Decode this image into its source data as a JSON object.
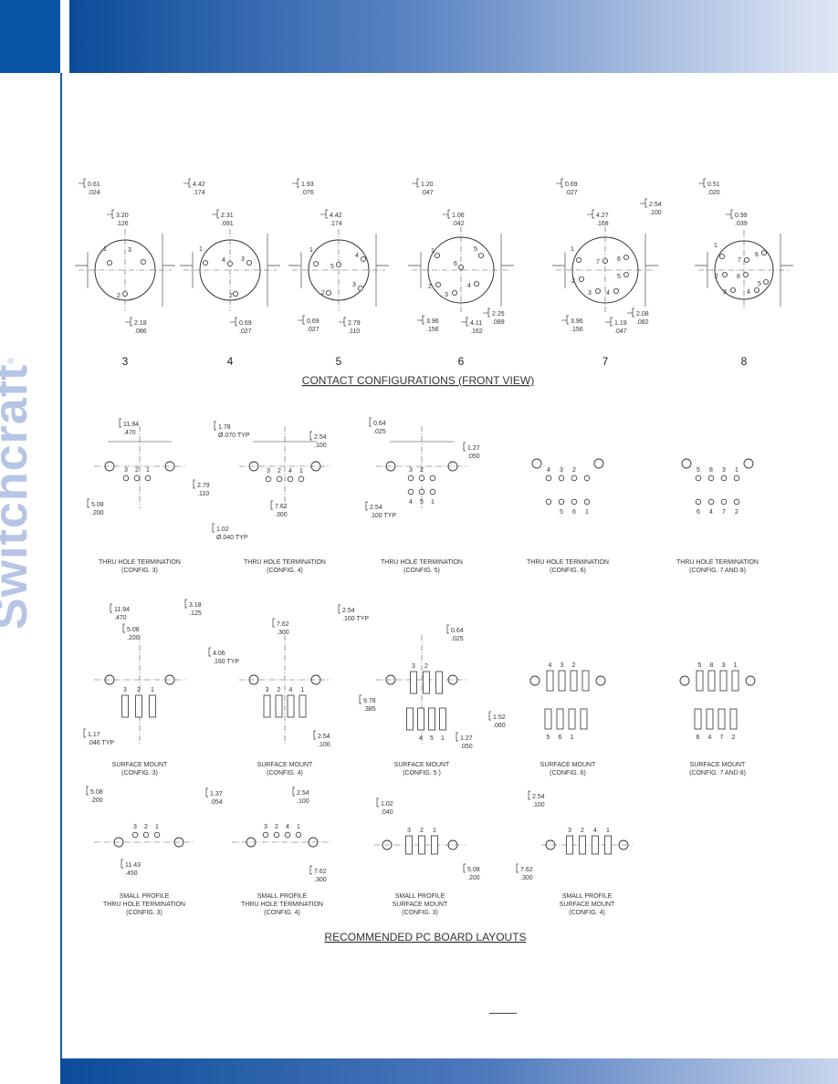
{
  "brand": {
    "name": "Switchcraft",
    "mark": "®"
  },
  "sections": {
    "contact_title": "CONTACT CONFIGURATIONS (FRONT VIEW)",
    "pcb_title": "RECOMMENDED PC BOARD LAYOUTS"
  },
  "configs": [
    {
      "number": "3",
      "dims": [
        "0.61",
        ".024",
        "3.20",
        ".126",
        "2.18",
        ".086"
      ],
      "pins": [
        "1",
        "3",
        "2"
      ]
    },
    {
      "number": "4",
      "dims": [
        "4.42",
        ".174",
        "2.31",
        ".091",
        "0.69",
        ".027"
      ],
      "pins": [
        "1",
        "4",
        "3",
        "2"
      ]
    },
    {
      "number": "5",
      "dims": [
        "1.93",
        ".076",
        "4.42",
        ".174",
        "2.79",
        ".110",
        "0.69",
        ".027"
      ],
      "pins": [
        "1",
        "5",
        "4",
        "2",
        "3"
      ]
    },
    {
      "number": "6",
      "dims": [
        "1.20",
        ".047",
        "1.06",
        ".042",
        "4.11",
        ".162",
        "3.96",
        ".156",
        "2.25",
        ".089"
      ],
      "pins": [
        "1",
        "5",
        "6",
        "2",
        "3",
        "4"
      ]
    },
    {
      "number": "7",
      "dims": [
        "0.69",
        ".027",
        "4.27",
        ".168",
        "1.19",
        ".047",
        "3.96",
        ".156",
        "2.08",
        ".082",
        "2.54",
        ".100"
      ],
      "pins": [
        "1",
        "7",
        "6",
        "2",
        "5",
        "3",
        "4"
      ]
    },
    {
      "number": "8",
      "dims": [
        "0.51",
        ".020",
        "0.99",
        ".039"
      ],
      "pins": [
        "1",
        "7",
        "6",
        "2",
        "8",
        "5",
        "3",
        "4"
      ]
    }
  ],
  "thru_hole": [
    {
      "caption1": "THRU HOLE TERMINATION",
      "caption2": "(CONFIG. 3)",
      "dims": [
        "11.94",
        ".470",
        "1.78",
        "Ø.070 TYP",
        "5.08",
        ".200",
        "2.79",
        ".110",
        "1.02",
        "Ø.040 TYP"
      ],
      "pins": [
        "3",
        "2",
        "1"
      ]
    },
    {
      "caption1": "THRU HOLE TERMINATION",
      "caption2": "(CONFIG. 4)",
      "dims": [
        "2.54",
        ".100",
        "7.62",
        ".300"
      ],
      "pins": [
        "3",
        "2",
        "4",
        "1"
      ]
    },
    {
      "caption1": "THRU HOLE TERMINATION",
      "caption2": "(CONFIG. 5)",
      "dims": [
        "0.64",
        ".025",
        "1.27",
        ".050",
        "2.54",
        ".100 TYP"
      ],
      "pins": [
        "3",
        "2",
        "4",
        "5",
        "1"
      ]
    },
    {
      "caption1": "THRU HOLE TERMINATION",
      "caption2": "(CONFIG. 6)",
      "pins_top": [
        "4",
        "3",
        "2"
      ],
      "pins_bottom": [
        "5",
        "6",
        "1"
      ]
    },
    {
      "caption1": "THRU HOLE TERMINATION",
      "caption2": "(CONFIG. 7 AND 8)",
      "pins_top": [
        "5",
        "8",
        "3",
        "1"
      ],
      "pins_bottom": [
        "6",
        "4",
        "7",
        "2"
      ]
    }
  ],
  "surface": [
    {
      "caption1": "SURFACE  MOUNT",
      "caption2": "(CONFIG. 3)",
      "dims": [
        "11.94",
        ".470",
        "5.08",
        ".200",
        "3.18",
        ".125",
        "4.06",
        ".160 TYP",
        "1.17",
        ".046 TYP"
      ],
      "pins": [
        "3",
        "2",
        "1"
      ]
    },
    {
      "caption1": "SURFACE  MOUNT",
      "caption2": "(CONFIG. 4)",
      "dims": [
        "7.62",
        ".300",
        "2.54",
        ".100"
      ],
      "pins": [
        "3",
        "2",
        "4",
        "1"
      ]
    },
    {
      "caption1": "SURFACE  MOUNT",
      "caption2": "(CONFIG. 5 )",
      "dims": [
        "2.54",
        ".100 TYP",
        "0.64",
        ".025",
        "9.78",
        ".385",
        "1.52",
        ".060",
        "1.27",
        ".050"
      ],
      "pins": [
        "3",
        "2",
        "4",
        "5",
        "1"
      ]
    },
    {
      "caption1": "SURFACE  MOUNT",
      "caption2": "(CONFIG. 6)",
      "pins_top": [
        "4",
        "3",
        "2"
      ],
      "pins_bottom": [
        "5",
        "6",
        "1"
      ]
    },
    {
      "caption1": "SURFACE  MOUNT",
      "caption2": "(CONFIG. 7 AND 8)",
      "pins_top": [
        "5",
        "8",
        "3",
        "1"
      ],
      "pins_bottom": [
        "6",
        "4",
        "7",
        "2"
      ]
    }
  ],
  "small_profile": [
    {
      "caption1": "SMALL PROFILE",
      "caption2": "THRU HOLE TERMINATION",
      "caption3": "(CONFIG. 3)",
      "dims": [
        "5.08",
        ".200",
        "1.37",
        ".054",
        "11.43",
        ".450"
      ],
      "pins": [
        "3",
        "2",
        "1"
      ]
    },
    {
      "caption1": "SMALL PROFILE",
      "caption2": "THRU HOLE TERMINATION",
      "caption3": "(CONFIG. 4)",
      "dims": [
        "2.54",
        ".100",
        "7.62",
        ".300"
      ],
      "pins": [
        "3",
        "2",
        "4",
        "1"
      ]
    },
    {
      "caption1": "SMALL PROFILE",
      "caption2": "SURFACE  MOUNT",
      "caption3": "(CONFIG. 3)",
      "dims": [
        "1.02",
        ".040",
        "5.08",
        ".200"
      ],
      "pins": [
        "3",
        "2",
        "1"
      ]
    },
    {
      "caption1": "SMALL PROFILE",
      "caption2": "SURFACE  MOUNT",
      "caption3": "(CONFIG. 4)",
      "dims": [
        "2.54",
        ".100",
        "7.62",
        ".300"
      ],
      "pins": [
        "3",
        "2",
        "4",
        "1"
      ]
    }
  ]
}
